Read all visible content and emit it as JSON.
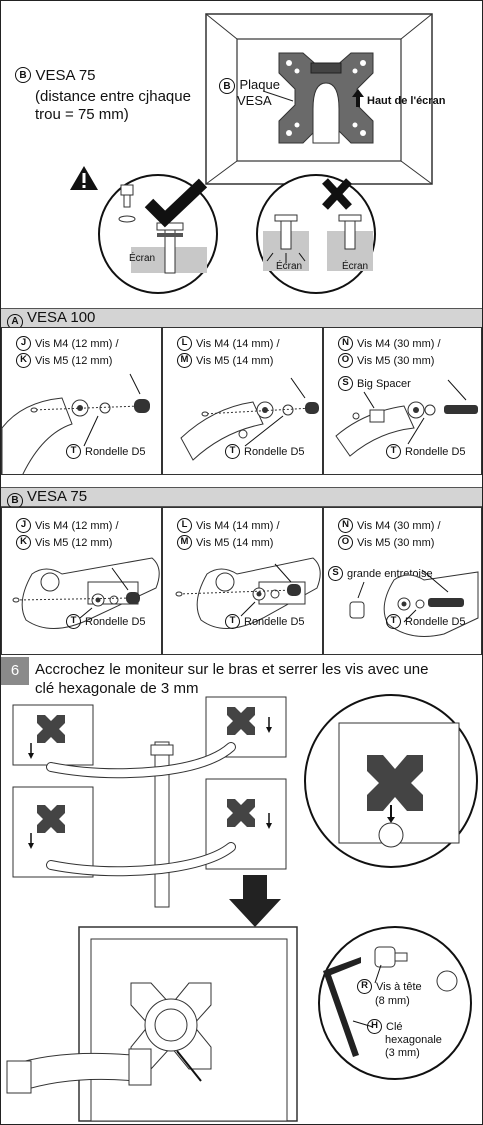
{
  "top": {
    "callout_letter": "B",
    "vesa_title": "VESA 75",
    "vesa_desc_line1": "(distance entre cjhaque",
    "vesa_desc_line2": "trou = 75 mm)",
    "plate_letter": "B",
    "plate_line1": "Plaque",
    "plate_line2": "VESA",
    "screen_top_label": "Haut de l'écran",
    "screen_label_ok": "Écran",
    "screen_label_bad1": "Écran",
    "screen_label_bad2": "Écran"
  },
  "sections": [
    {
      "letter": "A",
      "title": "VESA 100",
      "panels": [
        {
          "items": [
            {
              "letter": "J",
              "text": "Vis M4 (12 mm) /"
            },
            {
              "letter": "K",
              "text": "Vis M5 (12 mm)"
            }
          ],
          "extra": null,
          "washer": {
            "letter": "T",
            "text": "Rondelle D5"
          }
        },
        {
          "items": [
            {
              "letter": "L",
              "text": "Vis M4 (14 mm) /"
            },
            {
              "letter": "M",
              "text": "Vis M5 (14 mm)"
            }
          ],
          "extra": null,
          "washer": {
            "letter": "T",
            "text": "Rondelle D5"
          }
        },
        {
          "items": [
            {
              "letter": "N",
              "text": "Vis M4 (30 mm) /"
            },
            {
              "letter": "O",
              "text": "Vis M5 (30 mm)"
            }
          ],
          "extra": {
            "letter": "S",
            "text": "Big Spacer"
          },
          "washer": {
            "letter": "T",
            "text": "Rondelle D5"
          }
        }
      ]
    },
    {
      "letter": "B",
      "title": "VESA 75",
      "panels": [
        {
          "items": [
            {
              "letter": "J",
              "text": "Vis M4 (12 mm) /"
            },
            {
              "letter": "K",
              "text": "Vis M5 (12 mm)"
            }
          ],
          "extra": null,
          "washer": {
            "letter": "T",
            "text": "Rondelle D5"
          }
        },
        {
          "items": [
            {
              "letter": "L",
              "text": "Vis M4 (14 mm) /"
            },
            {
              "letter": "M",
              "text": "Vis M5 (14 mm)"
            }
          ],
          "extra": null,
          "washer": {
            "letter": "T",
            "text": "Rondelle D5"
          }
        },
        {
          "items": [
            {
              "letter": "N",
              "text": "Vis M4 (30 mm) /"
            },
            {
              "letter": "O",
              "text": "Vis M5 (30 mm)"
            }
          ],
          "extra": {
            "letter": "S",
            "text": "grande entretoise"
          },
          "washer": {
            "letter": "T",
            "text": "Rondelle D5"
          }
        }
      ]
    }
  ],
  "step6": {
    "number": "6",
    "instruction_line1": "Accrochez le moniteur sur le bras et serrer les vis avec une",
    "instruction_line2": "clé hexagonale de 3 mm",
    "r_letter": "R",
    "r_line1": "Vis à tête",
    "r_line2": "(8 mm)",
    "h_letter": "H",
    "h_line1": "Clé",
    "h_line2": "hexagonale",
    "h_line3": "(3 mm)"
  },
  "colors": {
    "band": "#d4d4d4",
    "step_badge": "#8a8a8a",
    "floor": "#c8c8c8"
  }
}
